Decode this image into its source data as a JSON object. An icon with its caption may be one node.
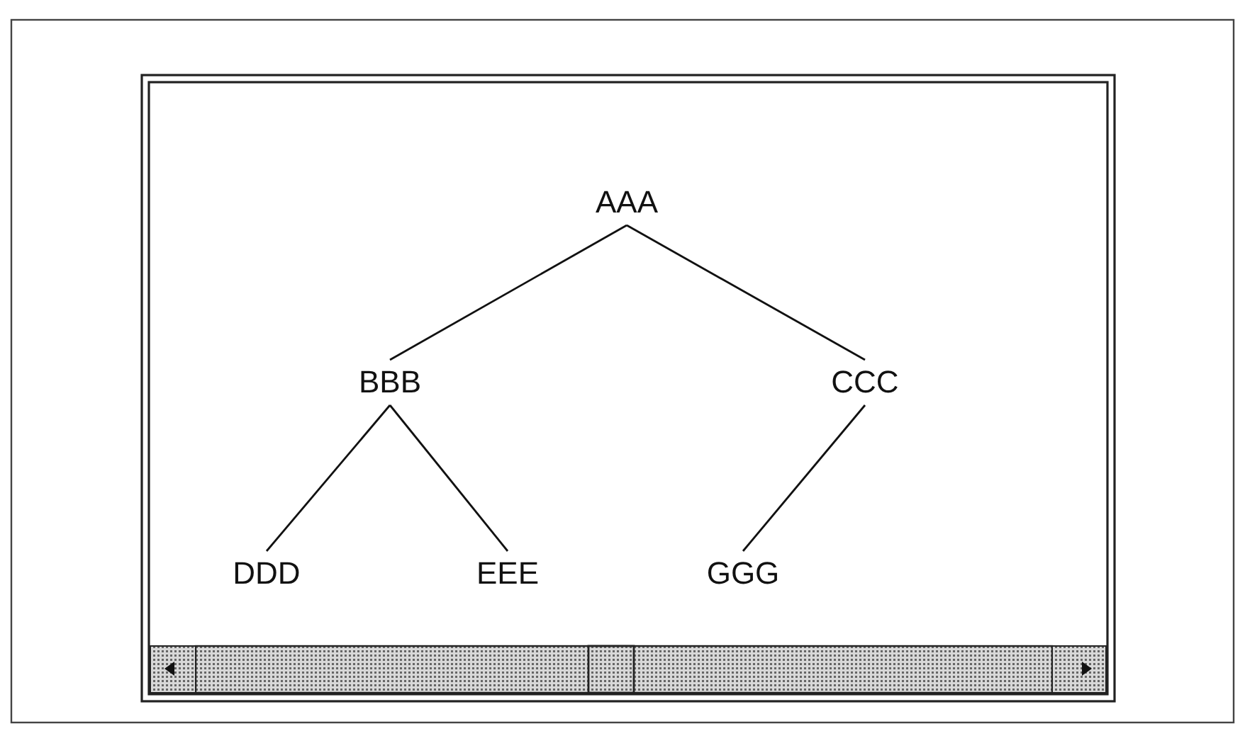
{
  "diagram": {
    "nodes": [
      {
        "text": [
          "AAA"
        ]
      },
      {
        "text": [
          "BBB"
        ]
      },
      {
        "text": [
          "CCC"
        ]
      },
      {
        "text": [
          "DDD"
        ]
      },
      {
        "text": [
          "EEE"
        ]
      },
      {
        "text": [
          "GGG"
        ]
      }
    ],
    "edges": [
      {
        "from": 0,
        "to": 1,
        "arrow": "none"
      },
      {
        "from": 0,
        "to": 2,
        "arrow": "none"
      },
      {
        "from": 1,
        "to": 3,
        "arrow": "none"
      },
      {
        "from": 1,
        "to": 4,
        "arrow": "none"
      },
      {
        "from": 2,
        "to": 5,
        "arrow": "none"
      }
    ]
  }
}
